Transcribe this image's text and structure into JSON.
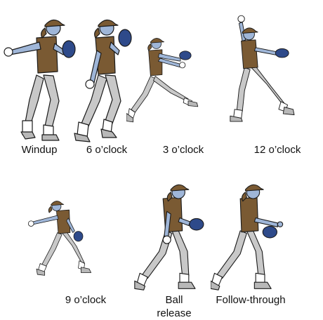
{
  "diagram": {
    "phases": [
      {
        "id": "windup",
        "label": "Windup"
      },
      {
        "id": "six",
        "label": "6 o’clock"
      },
      {
        "id": "three",
        "label": "3 o’clock"
      },
      {
        "id": "twelve",
        "label": "12 o’clock"
      },
      {
        "id": "nine",
        "label": "9 o’clock"
      },
      {
        "id": "release",
        "label": "Ball\nrelease"
      },
      {
        "id": "follow",
        "label": "Follow-through"
      }
    ]
  },
  "colors": {
    "shirt": "#7a5a33",
    "cap": "#7a5a33",
    "pants": "#c8c8c8",
    "skin": "#9fb6d8",
    "glove": "#2e4a8a",
    "shoe": "#b8b8b8",
    "outline": "#1a1a1a"
  }
}
